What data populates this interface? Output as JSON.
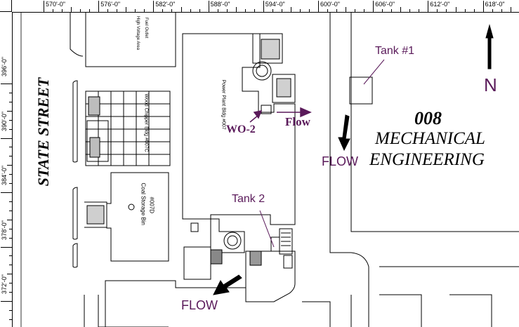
{
  "rulers": {
    "x_ticks": [
      "570'-0\"",
      "576'-0\"",
      "582'-0\"",
      "588'-0\"",
      "594'-0\"",
      "600'-0\"",
      "606'-0\"",
      "612'-0\"",
      "618'-0\""
    ],
    "y_ticks": [
      "396'-0\"",
      "390'-0\"",
      "384'-0\"",
      "378'-0\"",
      "372'-0\""
    ]
  },
  "labels": {
    "state_street": "STATE STREET",
    "tank1": "Tank #1",
    "tank2": "Tank 2",
    "north": "N",
    "wo2": "WO-2",
    "flow_arrow_label": "Flow",
    "flow_east": "FLOW",
    "flow_south": "FLOW",
    "bldg_number": "008",
    "bldg_name_1": "MECHANICAL",
    "bldg_name_2": "ENGINEERING",
    "power_plant": "Power Plant   Bldg #007",
    "coal_storage_1": "#007D",
    "coal_storage_2": "Coal Storage Bin",
    "wood_chipper": "Wood Chipper Bldg #007C",
    "fuel_outlet_1": "Fuel Outlet",
    "fuel_outlet_2": "High Voltage Area"
  },
  "colors": {
    "label_purple": "#5a1a5a",
    "ink": "#000000"
  }
}
